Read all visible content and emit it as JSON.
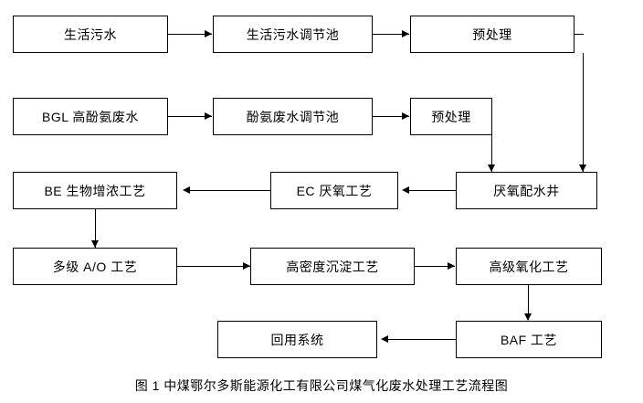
{
  "diagram": {
    "caption": "图 1  中煤鄂尔多斯能源化工有限公司煤气化废水处理工艺流程图",
    "nodes": [
      {
        "id": "domestic-sewage",
        "label": "生活污水"
      },
      {
        "id": "domestic-sewage-tank",
        "label": "生活污水调节池"
      },
      {
        "id": "pretreatment-1",
        "label": "预处理"
      },
      {
        "id": "bgl-phenol-ammonia",
        "label": "BGL 高酚氨废水"
      },
      {
        "id": "phenol-ammonia-tank",
        "label": "酚氨废水调节池"
      },
      {
        "id": "pretreatment-2",
        "label": "预处理"
      },
      {
        "id": "be-bio-enrichment",
        "label": "BE 生物增浓工艺"
      },
      {
        "id": "ec-anaerobic",
        "label": "EC 厌氧工艺"
      },
      {
        "id": "anaerobic-water-well",
        "label": "厌氧配水井"
      },
      {
        "id": "multistage-ao",
        "label": "多级 A/O 工艺"
      },
      {
        "id": "high-density-settling",
        "label": "高密度沉淀工艺"
      },
      {
        "id": "advanced-oxidation",
        "label": "高级氧化工艺"
      },
      {
        "id": "reuse-system",
        "label": "回用系统"
      },
      {
        "id": "baf-process",
        "label": "BAF 工艺"
      }
    ]
  }
}
